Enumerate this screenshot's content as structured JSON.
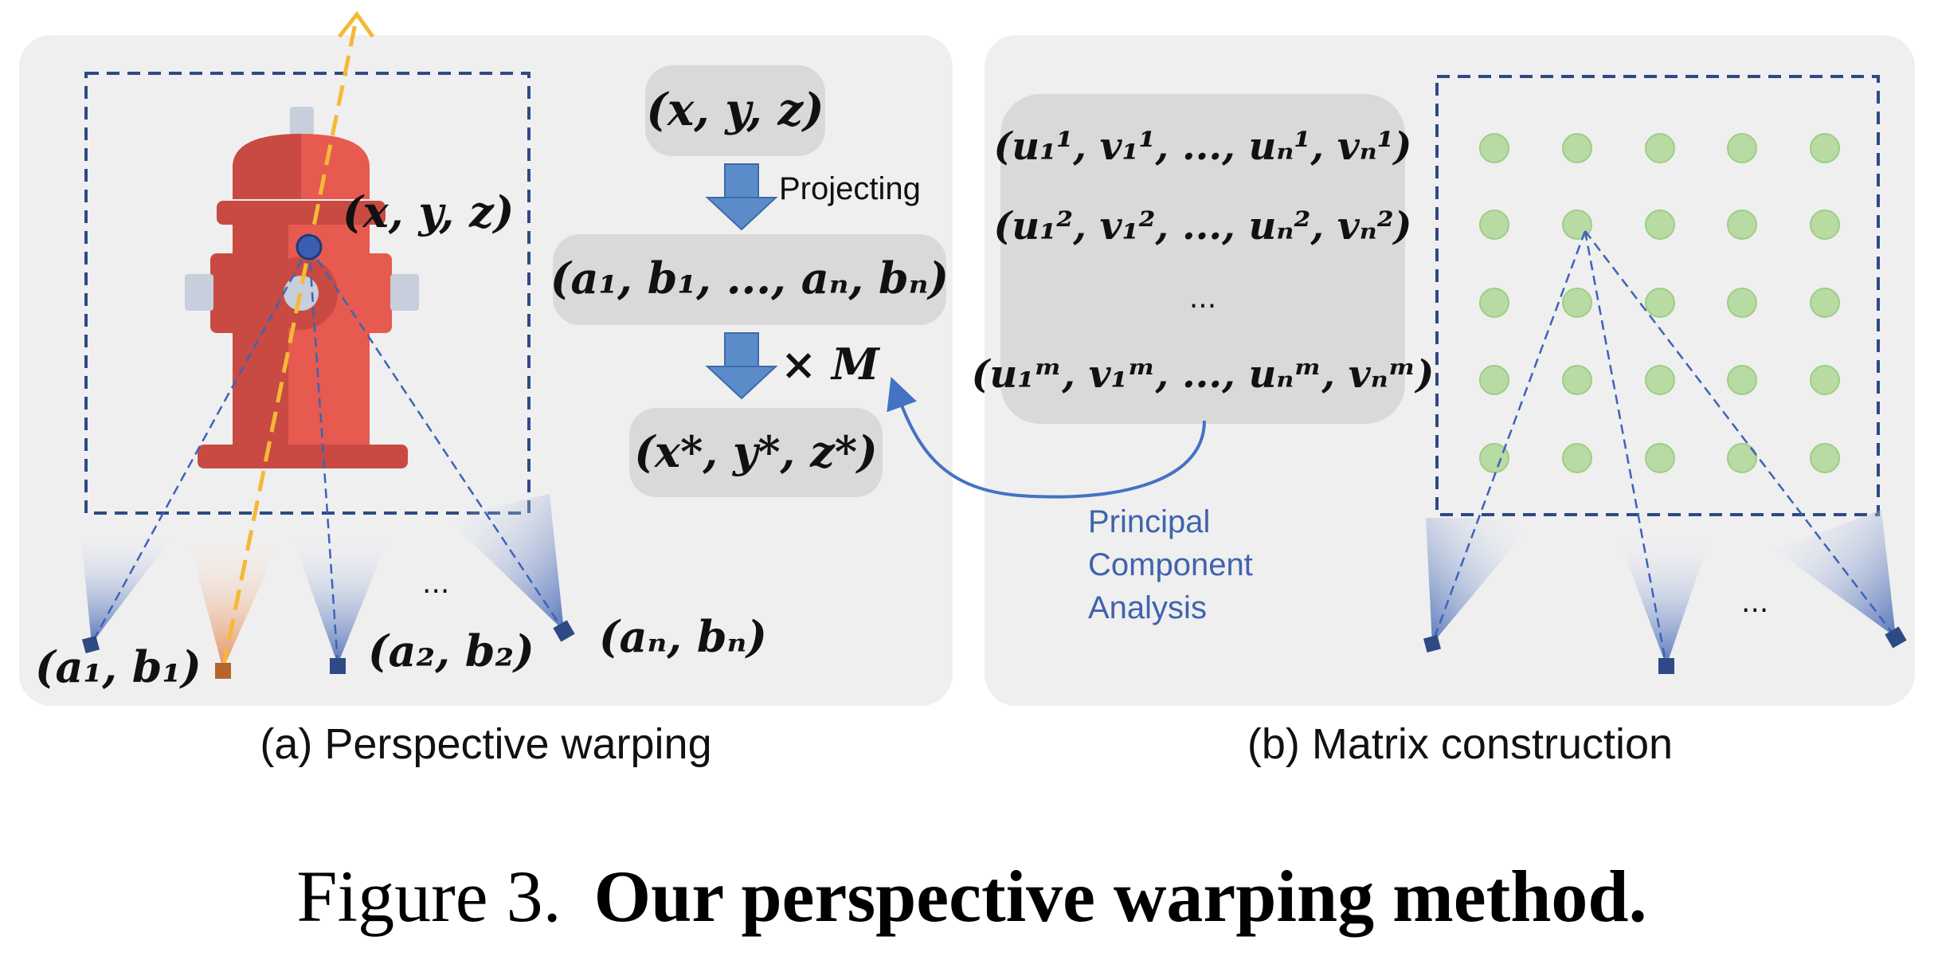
{
  "panel_a": {
    "caption": "(a) Perspective warping",
    "point_label": "(x, y, z)",
    "camera_labels": {
      "c1": "(a₁, b₁)",
      "c2": "(a₂, b₂)",
      "ellipsis": "...",
      "cn": "(aₙ, bₙ)"
    }
  },
  "pipeline": {
    "input": "(x, y, z)",
    "step1_label": "Projecting",
    "projected": "(a₁, b₁, ..., aₙ, bₙ)",
    "step2_label": "× M",
    "output": "(x*, y*, z*)"
  },
  "matrix_box": {
    "row1": "(u₁¹, v₁¹, ..., uₙ¹, vₙ¹)",
    "row2": "(u₁², v₁², ..., uₙ², vₙ²)",
    "dots": "...",
    "rowm": "(u₁ᵐ, v₁ᵐ, ..., uₙᵐ, vₙᵐ)"
  },
  "pca_label": {
    "line1": "Principal",
    "line2": "Component",
    "line3": "Analysis"
  },
  "panel_b": {
    "caption": "(b) Matrix construction",
    "ellipsis": "..."
  },
  "figure_caption": {
    "prefix": "Figure 3.",
    "title": "Our perspective warping method."
  },
  "colors": {
    "panel_bg": "#efefef",
    "box_bg": "#d9d9d9",
    "dash_blue": "#2e4a85",
    "arrow_blue": "#5b8cc9",
    "pca_blue": "#4472c4",
    "hydrant_red": "#e65a50",
    "ray_yellow": "#f5b937",
    "dot_green": "#b8dba4"
  }
}
